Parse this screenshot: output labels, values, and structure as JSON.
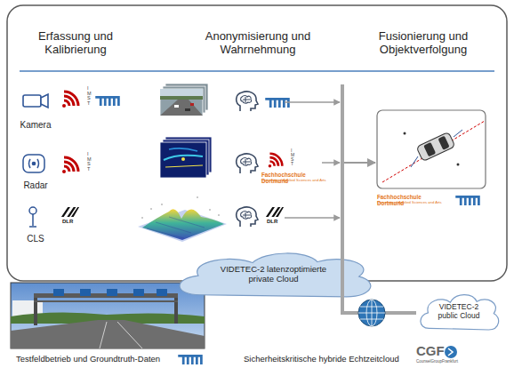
{
  "diagram": {
    "nodes": [
      {
        "text": [
          "Kamera"
        ]
      },
      {
        "text": [
          "Radar"
        ]
      },
      {
        "text": [
          "CLS"
        ]
      },
      {
        "text": [
          "VIDETEC-2 latenzoptimierte private Cloud"
        ]
      },
      {
        "text": [
          "VIDETEC-2 public Cloud"
        ]
      }
    ],
    "edges": [
      {
        "from": 3,
        "to": 4,
        "arrow": "none"
      }
    ],
    "labels": [
      "Erfassung und Kalibrierung",
      "Anonymisierung und Wahrnehmung",
      "Fusionierung und Objektverfolgung",
      "IMST",
      "IMST",
      "IMST",
      "DLR",
      "DLR",
      "Fachhochschule Dortmund",
      "University of Applied Sciences and Arts",
      "Fachhochschule Dortmund",
      "University of Applied Sciences and Arts",
      "Testfeldbetrieb und Groundtruth-Daten",
      "Sicherheitskritische hybride Echtzeitcloud",
      "CGF",
      "CounselGroupFrankfurt"
    ]
  }
}
